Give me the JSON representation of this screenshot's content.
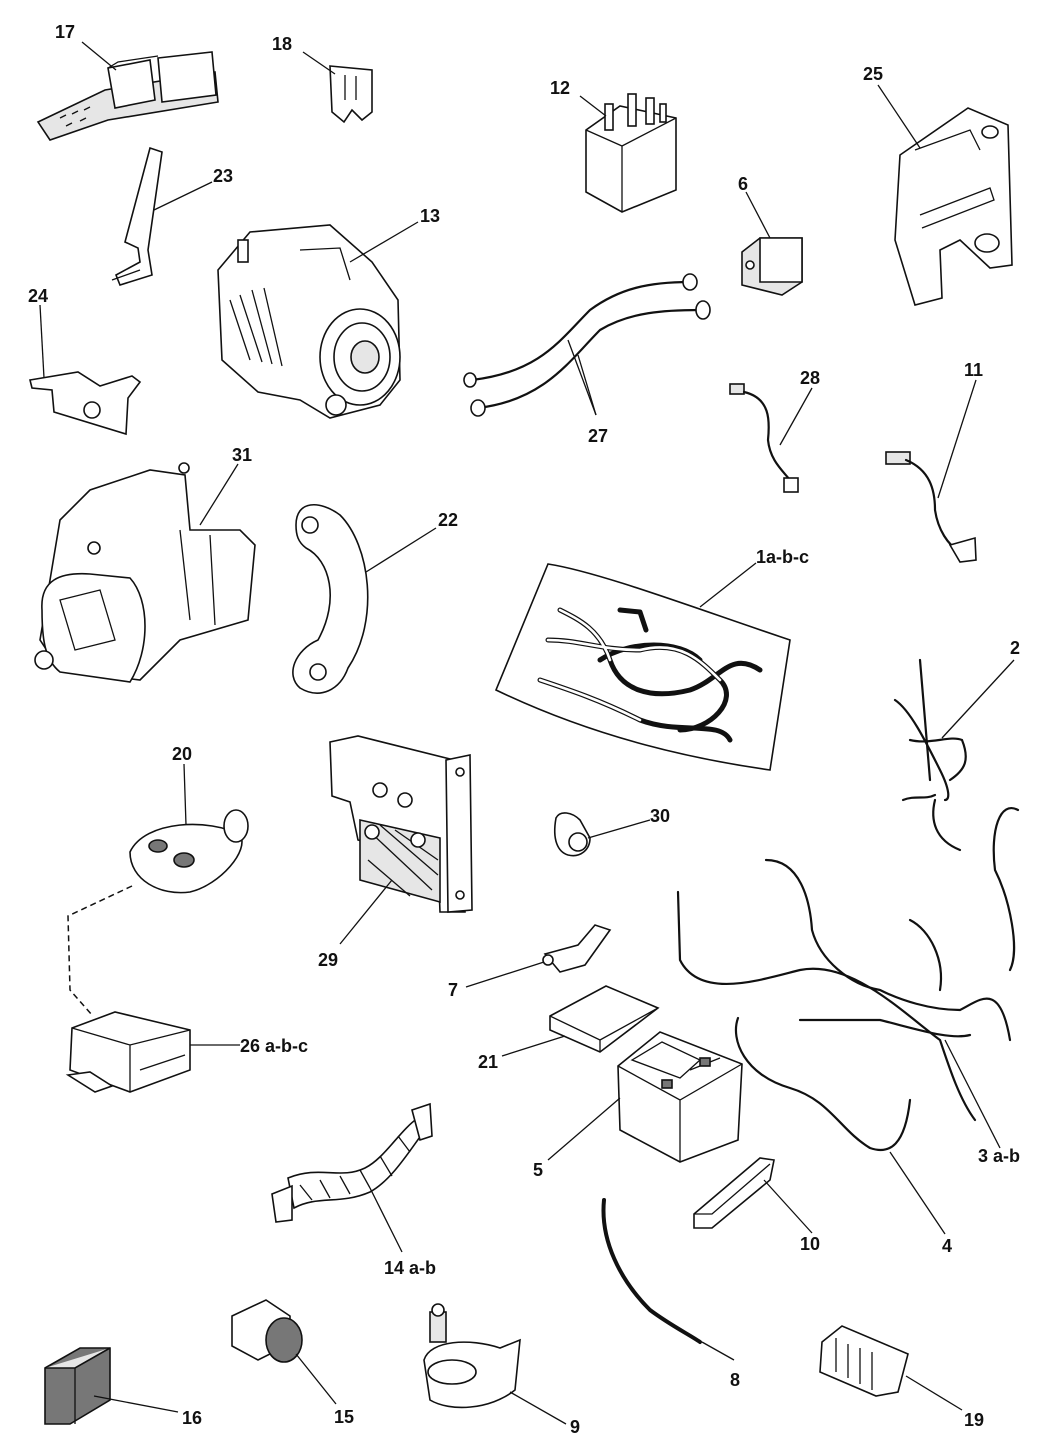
{
  "labels": {
    "l17": "17",
    "l18": "18",
    "l12": "12",
    "l25": "25",
    "l23": "23",
    "l13": "13",
    "l6": "6",
    "l24": "24",
    "l28": "28",
    "l11": "11",
    "l27": "27",
    "l31": "31",
    "l22": "22",
    "l1abc": "1a-b-c",
    "l2": "2",
    "l20": "20",
    "l30": "30",
    "l29": "29",
    "l7": "7",
    "l26abc": "26 a-b-c",
    "l21": "21",
    "l5": "5",
    "l3ab": "3 a-b",
    "l10": "10",
    "l4": "4",
    "l14ab": "14 a-b",
    "l8": "8",
    "l16": "16",
    "l15": "15",
    "l9": "9",
    "l19": "19"
  }
}
